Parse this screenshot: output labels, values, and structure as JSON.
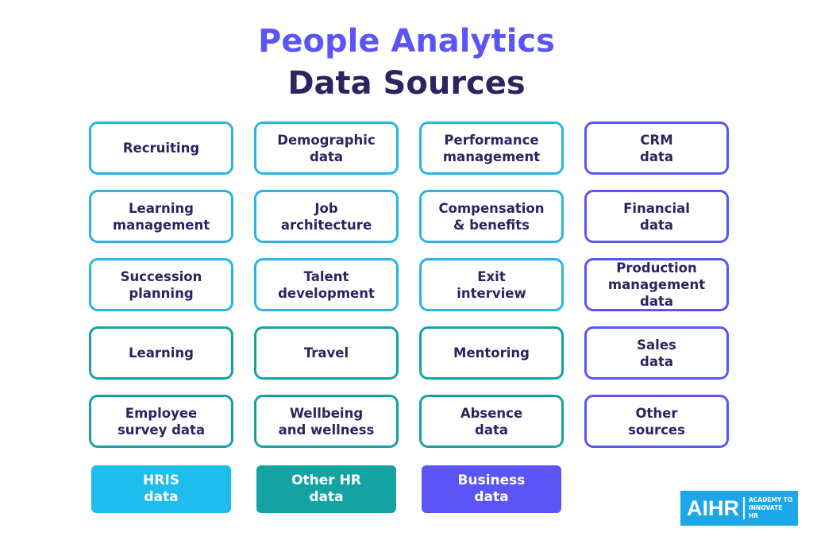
{
  "title": {
    "line1": "People Analytics",
    "line2": "Data Sources"
  },
  "colors": {
    "hris": "#26b6e6",
    "other_hr": "#14a3a3",
    "business": "#5b55f5",
    "title_accent": "#5b55f5",
    "text_dark": "#2e2360"
  },
  "grid": [
    [
      {
        "label": "Recruiting",
        "category": "hris"
      },
      {
        "label": "Demographic\ndata",
        "category": "hris"
      },
      {
        "label": "Performance\nmanagement",
        "category": "hris"
      },
      {
        "label": "CRM\ndata",
        "category": "biz"
      }
    ],
    [
      {
        "label": "Learning\nmanagement",
        "category": "hris"
      },
      {
        "label": "Job\narchitecture",
        "category": "hris"
      },
      {
        "label": "Compensation\n& benefits",
        "category": "hris"
      },
      {
        "label": "Financial\ndata",
        "category": "biz"
      }
    ],
    [
      {
        "label": "Succession\nplanning",
        "category": "hris"
      },
      {
        "label": "Talent\ndevelopment",
        "category": "hris"
      },
      {
        "label": "Exit\ninterview",
        "category": "hris"
      },
      {
        "label": "Production\nmanagement data",
        "category": "biz"
      }
    ],
    [
      {
        "label": "Learning",
        "category": "other"
      },
      {
        "label": "Travel",
        "category": "other"
      },
      {
        "label": "Mentoring",
        "category": "other"
      },
      {
        "label": "Sales\ndata",
        "category": "biz"
      }
    ],
    [
      {
        "label": "Employee\nsurvey data",
        "category": "other"
      },
      {
        "label": "Wellbeing\nand wellness",
        "category": "other"
      },
      {
        "label": "Absence\ndata",
        "category": "other"
      },
      {
        "label": "Other\nsources",
        "category": "biz"
      }
    ]
  ],
  "legend": [
    {
      "label": "HRIS\ndata",
      "color": "#1fbcee"
    },
    {
      "label": "Other HR\ndata",
      "color": "#14a3a3"
    },
    {
      "label": "Business\ndata",
      "color": "#5b55f5"
    }
  ],
  "logo": {
    "mark": "AIHR",
    "tagline": "ACADEMY TO\nINNOVATE HR",
    "color": "#1ca7e8"
  }
}
